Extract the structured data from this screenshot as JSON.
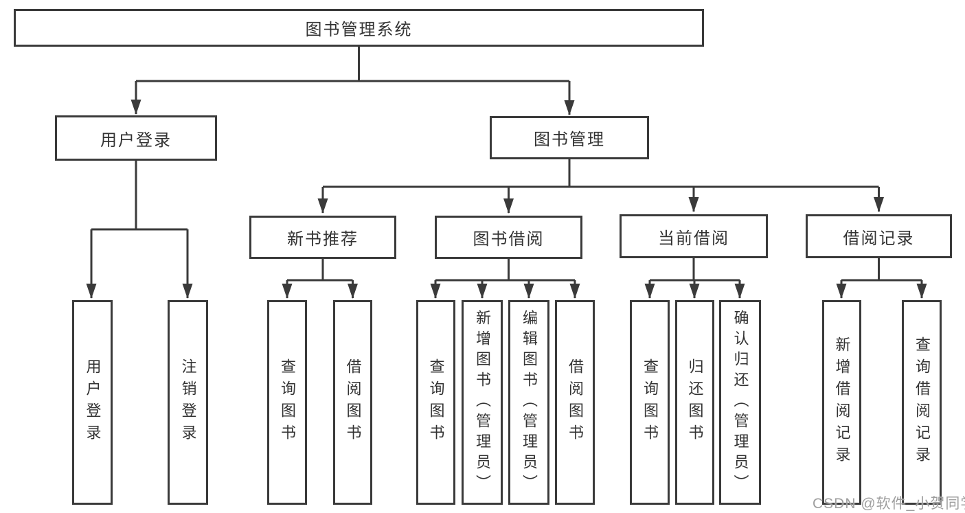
{
  "nodes": {
    "root": {
      "label": "图书管理系统"
    },
    "user_login": {
      "label": "用户登录"
    },
    "book_mgmt": {
      "label": "图书管理"
    },
    "new_rec": {
      "label": "新书推荐"
    },
    "book_borrow": {
      "label": "图书借阅"
    },
    "current_borrow": {
      "label": "当前借阅"
    },
    "borrow_record": {
      "label": "借阅记录"
    },
    "leaf_user_login": {
      "label": "用户登录"
    },
    "leaf_logout": {
      "label": "注销登录"
    },
    "leaf_rec_query": {
      "label": "查询图书"
    },
    "leaf_rec_borrow": {
      "label": "借阅图书"
    },
    "leaf_bb_query": {
      "label": "查询图书"
    },
    "leaf_bb_add": {
      "label": "新增图书（管理员）"
    },
    "leaf_bb_edit": {
      "label": "编辑图书（管理员）"
    },
    "leaf_bb_borrow": {
      "label": "借阅图书"
    },
    "leaf_cb_query": {
      "label": "查询图书"
    },
    "leaf_cb_return": {
      "label": "归还图书"
    },
    "leaf_cb_confirm": {
      "label": "确认归还（管理员）"
    },
    "leaf_br_add": {
      "label": "新增借阅记录"
    },
    "leaf_br_query": {
      "label": "查询借阅记录"
    }
  },
  "watermark": {
    "text": "CSDN @软件_小贺同学"
  },
  "colors": {
    "line": "#3a3a3a",
    "text": "#333333",
    "watermark": "#9e9e9e",
    "background": "#ffffff"
  }
}
